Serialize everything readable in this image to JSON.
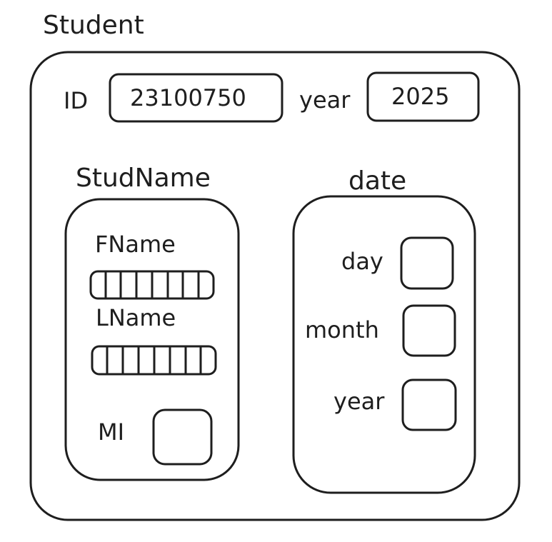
{
  "diagram": {
    "title": "Student",
    "id_label": "ID",
    "id_value": "23100750",
    "year_label": "year",
    "year_value": "2025",
    "studname": {
      "title": "StudName",
      "fname_label": "FName",
      "lname_label": "LName",
      "mi_label": "MI",
      "char_cells": 8
    },
    "date": {
      "title": "date",
      "day_label": "day",
      "month_label": "month",
      "year_label": "year"
    },
    "stroke_color": "#1e1e1e",
    "background_color": "#ffffff"
  }
}
